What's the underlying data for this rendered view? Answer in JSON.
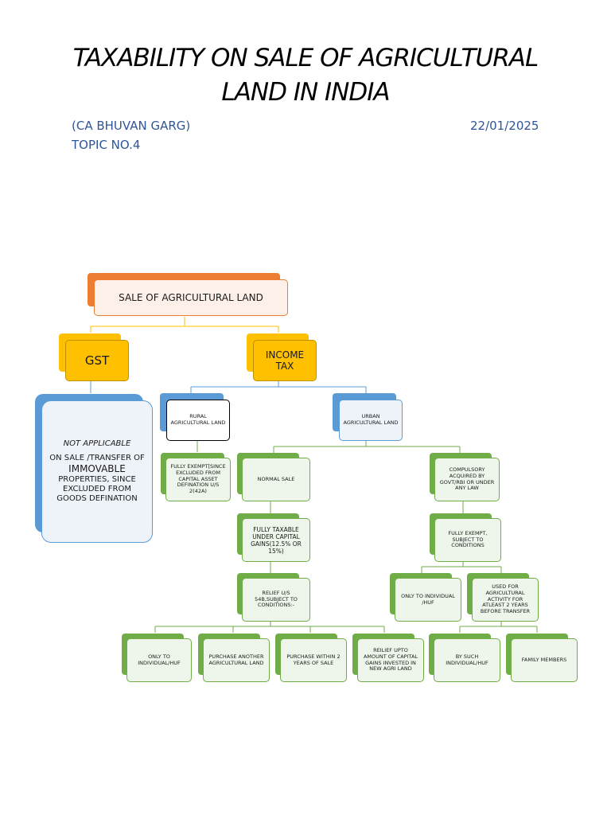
{
  "title_line1": "TAXABILITY ON SALE OF AGRICULTURAL",
  "title_line2": "LAND IN INDIA",
  "author": "(CA BHUVAN GARG)",
  "date": "22/01/2025",
  "topic": "TOPIC NO.4",
  "colors": {
    "orange": "#ed7d31",
    "yellow": "#ffc000",
    "blue": "#5b9bd5",
    "green": "#70ad47",
    "meta_text": "#2f5597"
  },
  "nodes": {
    "root": "SALE OF AGRICULTURAL LAND",
    "gst": "GST",
    "income_tax": "INCOME TAX",
    "gst_detail": {
      "line1": "NOT APPLICABLE",
      "line2": "ON SALE /TRANSFER OF",
      "line3": "IMMOVABLE",
      "line4": "PROPERTIES, SINCE EXCLUDED FROM GOODS DEFINATION"
    },
    "rural": "RURAL AGRICULTURAL LAND",
    "urban": "URBAN AGRICULTURAL LAND",
    "rural_exempt": "FULLY EXEMPT[SINCE EXCLUDED FROM CAPITAL ASSET DEFINATION U/S 2(42A)",
    "normal_sale": "NORMAL SALE",
    "compulsory": "COMPULSORY ACQUIRED BY GOVT/RBI OR UNDER ANY LAW",
    "fully_taxable": "FULLY TAXABLE UNDER CAPITAL GAINS(12.5% OR 15%)",
    "fully_exempt_cond": "FULLY EXEMPT, SUBJECT TO CONDITIONS",
    "relief": "RELIEF U/S 54B,SUBJECT TO CONDITIONS:-",
    "only_individual_huf": "ONLY  TO INDIVIDUAL /HUF",
    "used_for_agri": "USED FOR AGRICULTURAL ACTIVITY  FOR ATLEAST 2 YEARS BEFORE TRANSFER",
    "relief_c1": "ONLY TO INDIVIDUAL/HUF",
    "relief_c2": "PURCHASE ANOTHER AGRICULTURAL LAND",
    "relief_c3": "PURCHASE WITHIN 2 YEARS OF SALE",
    "relief_c4": "REILIEF UPTO AMOUNT OF CAPITAL GAINS INVESTED IN NEW AGRI LAND",
    "by_such": "BY SUCH INDIVIDUAL/HUF",
    "family": "FAMILY MEMBERS"
  }
}
